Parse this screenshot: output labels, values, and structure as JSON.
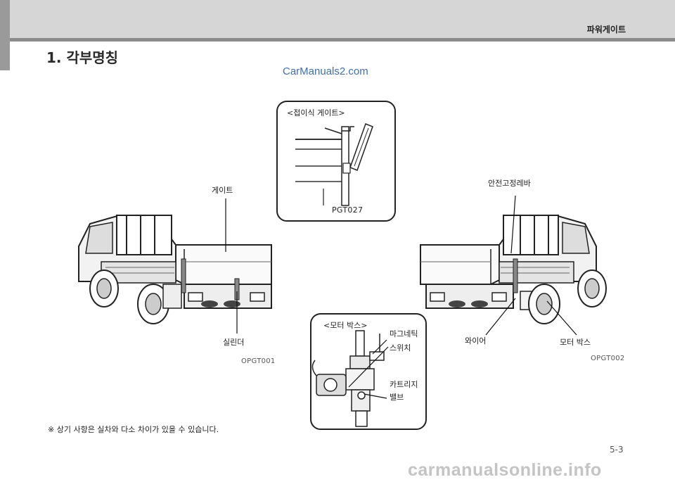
{
  "header": {
    "running_title": "파워게이트"
  },
  "section": {
    "heading": "1. 각부명칭"
  },
  "watermarks": {
    "top": "CarManuals2.com",
    "bottom": "carmanualsonline.info"
  },
  "inset_folding": {
    "title": "<접이식 게이트>",
    "code": "PGT027"
  },
  "inset_motor": {
    "title": "<모터 박스>",
    "magnetic_switch": [
      "마그네틱",
      "스위치"
    ],
    "cartridge_valve": [
      "카트리지",
      "밸브"
    ]
  },
  "truck_left": {
    "gate_label": "게이트",
    "cylinder_label": "실린더",
    "code": "OPGT001"
  },
  "truck_right": {
    "safety_lever_label": "안전고정레바",
    "wire_label": "와이어",
    "motor_box_label": "모터 박스",
    "code": "OPGT002"
  },
  "footnote": "※ 상기 사항은 실차와 다소 차이가 있을 수 있습니다.",
  "page_number": "5-3"
}
